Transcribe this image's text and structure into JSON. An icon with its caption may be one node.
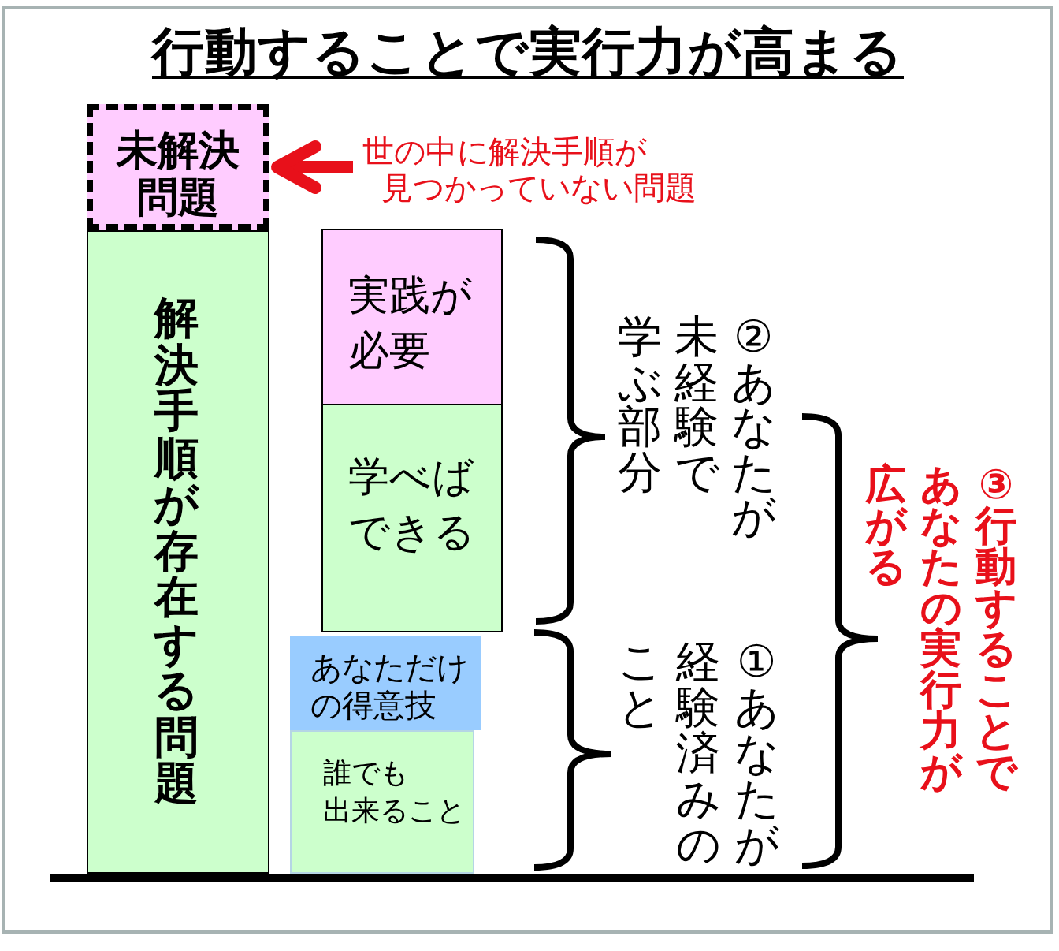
{
  "diagram": {
    "title": "行動することで実行力が高まる",
    "nodes": [
      {
        "text": [
          "未解決問題"
        ]
      },
      {
        "text": [
          "世の中に解決手順が見つかっていない問題"
        ]
      },
      {
        "text": [
          "解決手順が存在する問題"
        ]
      },
      {
        "text": [
          "実践が必要"
        ]
      },
      {
        "text": [
          "学べばできる"
        ]
      },
      {
        "text": [
          "あなただけの得意技"
        ]
      },
      {
        "text": [
          "誰でも出来ること"
        ]
      }
    ],
    "edges": [
      {
        "from": 1,
        "to": 0,
        "arrow": "to",
        "color": "#e8101a"
      }
    ],
    "labels": [
      "②あなたが未経験で学ぶ部分",
      "①あなたが経験済みのこと",
      "③行動することであなたの実行力が広がる"
    ]
  }
}
